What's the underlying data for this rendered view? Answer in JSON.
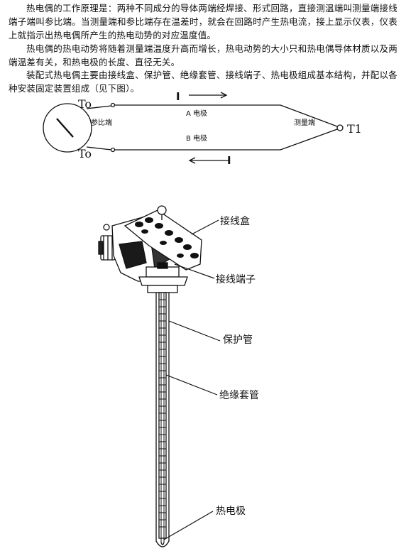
{
  "paragraphs": {
    "p1": "热电偶的工作原理是：两种不同成分的导体两端经焊接、形式回路，直接测温端叫测量端接线端子端叫参比端。当测量端和参比端存在温差时，就会在回路时产生热电流，接上显示仪表，仪表上就指示出热电偶所产生的热电动势的对应温度值。",
    "p2": "热电偶的热电动势将随着测量端温度升高而增长，热电动势的大小只和热电偶导体材质以及两端温差有关，和热电极的长度、直径无关。",
    "p3": "装配式热电偶主要由接线盒、保护管、绝缘套管、接线端子、热电极组成基本结构，并配以各种安装固定装置组成（见下图）。"
  },
  "circuit": {
    "to_top": "To",
    "to_bottom": "To",
    "t1": "T1",
    "reference_end": "参比端",
    "measuring_end": "测量端",
    "electrode_a": "A  电极",
    "electrode_b": "B  电极",
    "current_top": "I",
    "current_bottom": "I"
  },
  "assembly": {
    "junction_box": "接线盒",
    "terminal": "接线端子",
    "protection_tube": "保护管",
    "insulation_sleeve": "绝缘套管",
    "thermo_electrode": "热电极"
  }
}
